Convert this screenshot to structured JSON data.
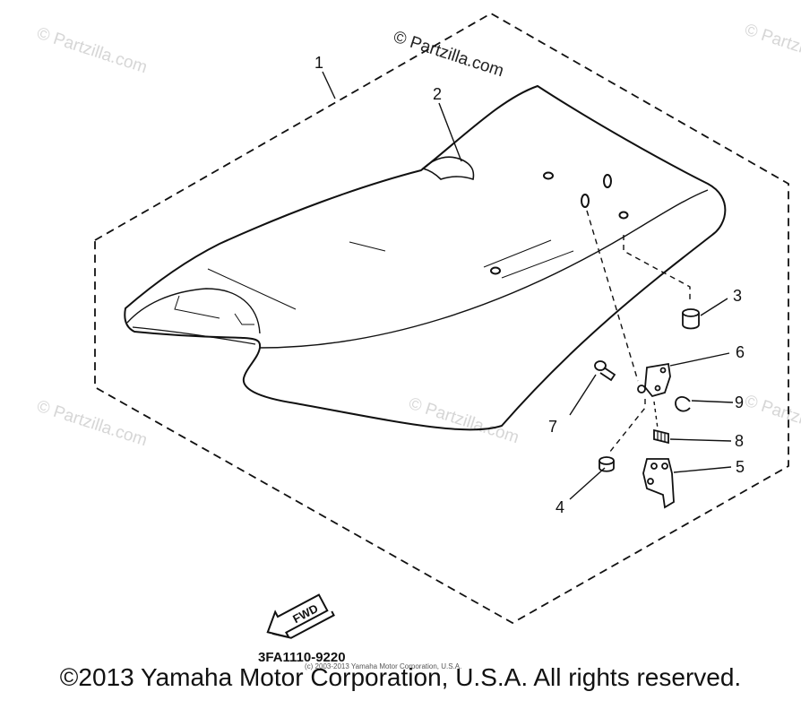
{
  "diagram": {
    "top_watermark": "© Partzilla.com",
    "corner_watermarks": [
      "© Partzilla.com",
      "© Partzilla.com",
      "© Partzilla.com",
      "© Partzilla.com",
      "© Partzilla.com"
    ],
    "part_labels": [
      "1",
      "2",
      "3",
      "4",
      "5",
      "6",
      "7",
      "8",
      "9"
    ],
    "fwd_label": "FWD",
    "diagram_code": "3FA1110-9220",
    "small_copyright": "(c) 2003-2013 Yamaha Motor Corporation, U.S.A."
  },
  "footer": {
    "copyright": "©2013 Yamaha Motor Corporation, U.S.A. All rights reserved."
  }
}
